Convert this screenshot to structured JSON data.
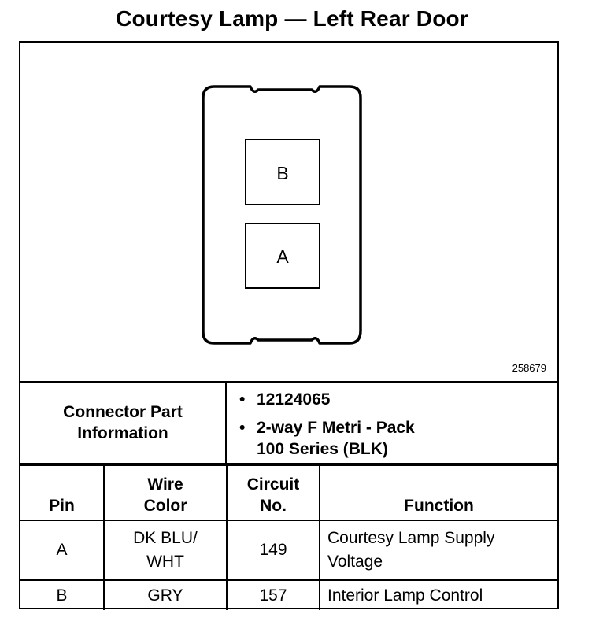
{
  "title": "Courtesy Lamp — Left Rear Door",
  "diagram": {
    "cavities": [
      "B",
      "A"
    ],
    "figure_number": "258679"
  },
  "connector_info": {
    "label_line1": "Connector Part",
    "label_line2": "Information",
    "part_number": "12124065",
    "description_line1": "2-way F Metri - Pack",
    "description_line2": "100 Series (BLK)"
  },
  "table": {
    "headers": {
      "pin": "Pin",
      "wire_color_line1": "Wire",
      "wire_color_line2": "Color",
      "circuit_line1": "Circuit",
      "circuit_line2": "No.",
      "function": "Function"
    },
    "rows": [
      {
        "pin": "A",
        "wire_color_line1": "DK BLU/",
        "wire_color_line2": "WHT",
        "circuit": "149",
        "function_line1": "Courtesy Lamp Supply",
        "function_line2": "Voltage"
      },
      {
        "pin": "B",
        "wire_color_line1": "GRY",
        "wire_color_line2": "",
        "circuit": "157",
        "function_line1": "Interior Lamp Control",
        "function_line2": ""
      }
    ]
  }
}
